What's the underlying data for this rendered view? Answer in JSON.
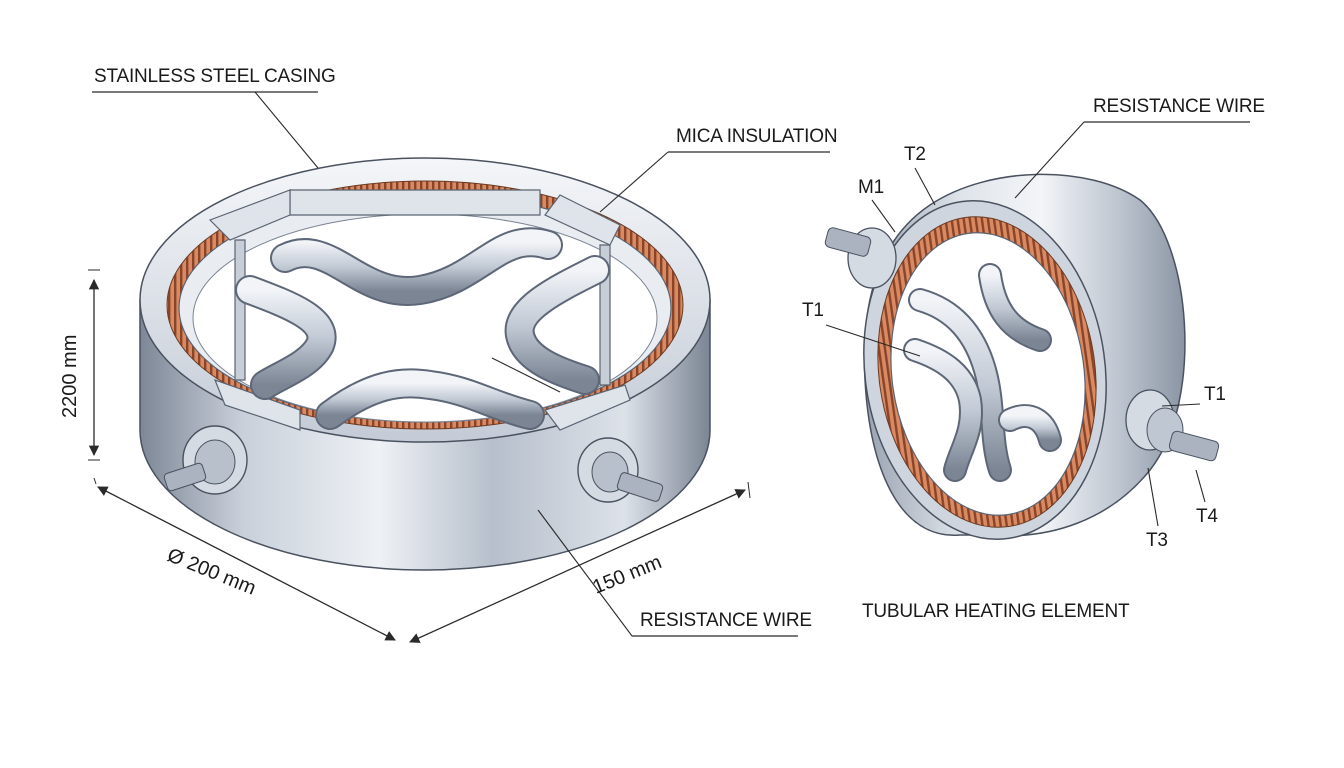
{
  "left_view": {
    "labels": {
      "casing": "STAINLESS STEEL CASING",
      "mica": "MICA INSULATION",
      "wire": "RESISTANCE WIRE"
    },
    "dimensions": {
      "height": "2200 mm",
      "diameter": "Ø 200 mm",
      "depth": "150 mm"
    }
  },
  "right_view": {
    "labels": {
      "wire": "RESISTANCE WIRE",
      "t2": "T2",
      "m1": "M1",
      "t1_left": "T1",
      "t1_right": "T1",
      "t3": "T3",
      "t4": "T4"
    },
    "caption": "TUBULAR HEATING ELEMENT"
  },
  "colors": {
    "steel_light": "#e8ecf2",
    "steel_mid": "#b8c0cc",
    "steel_dark": "#6f7886",
    "coil": "#c4704a",
    "coil_dark": "#8a4428",
    "outline": "#4a5260"
  }
}
